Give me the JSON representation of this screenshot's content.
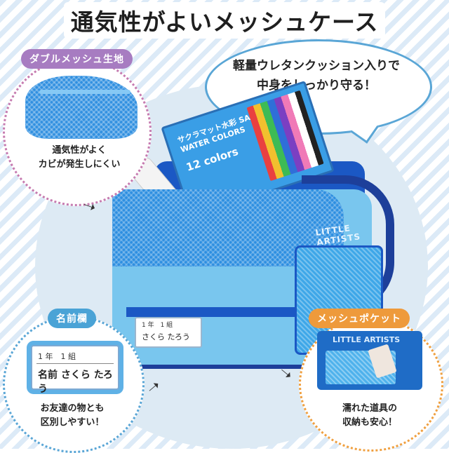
{
  "title": "通気性がよいメッシュケース",
  "bubble": {
    "line1": "軽量ウレタンクッション入りで",
    "line2": "中身をしっかり守る！"
  },
  "features": {
    "mesh_fabric": {
      "label": "ダブルメッシュ生地",
      "caption_line1": "通気性がよく",
      "caption_line2": "カビが発生しにくい"
    },
    "name_tag": {
      "label": "名前欄",
      "tag_row1": "1 年　1 組",
      "tag_row2": "名前 さくら たろう",
      "caption_line1": "お友達の物とも",
      "caption_line2": "区別しやすい！"
    },
    "mesh_pocket": {
      "label": "メッシュポケット",
      "brand": "LITTLE ARTISTS",
      "caption_line1": "濡れた道具の",
      "caption_line2": "収納も安心！"
    }
  },
  "product": {
    "paint_box_title": "サクラマット水彩 SAKURA MAT WATER COLORS",
    "paint_box_count": "12 colors",
    "bag_brand": "LITTLE ARTISTS",
    "bag_tag_row1": "1 年　1 組",
    "bag_tag_row2": "さくら たろう"
  },
  "colors": {
    "bag_light": "#79c6ee",
    "bag_dark": "#1b58c4",
    "purple": "#a77cc1",
    "blue": "#4aa3d6",
    "orange": "#ee9a3b"
  }
}
